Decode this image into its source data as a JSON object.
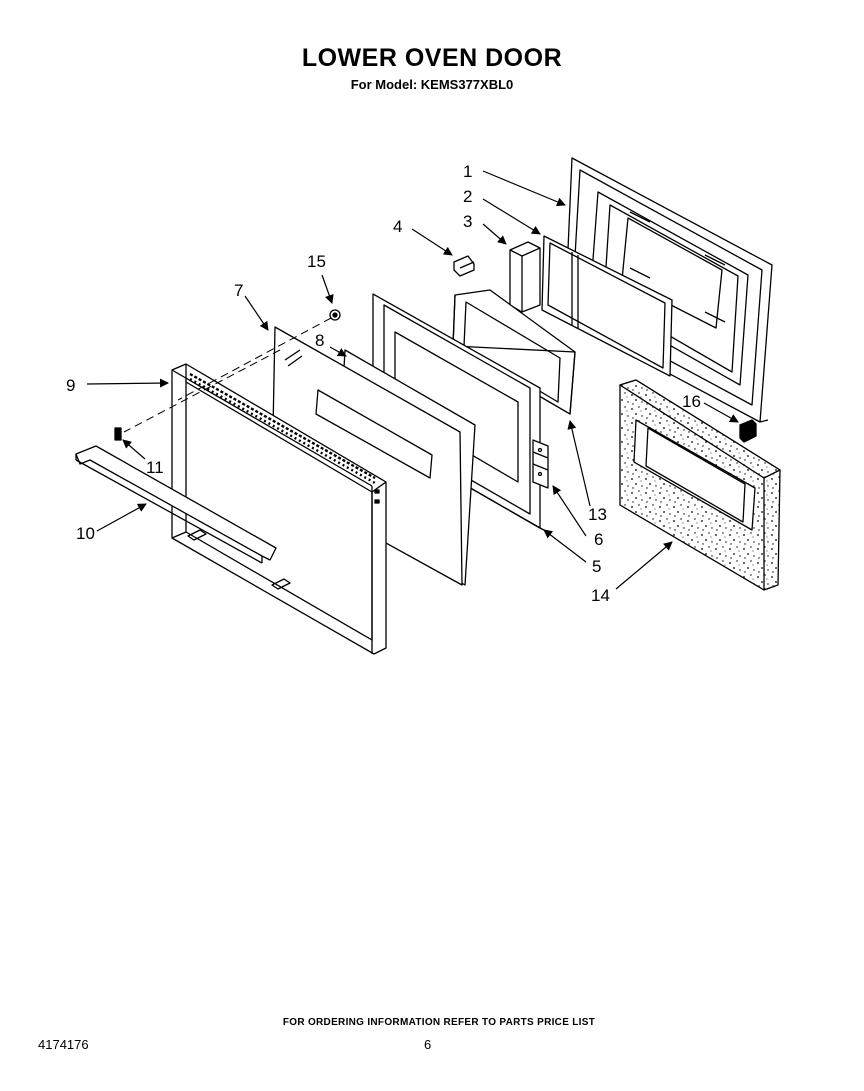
{
  "title": "LOWER OVEN DOOR",
  "subtitle": "For Model: KEMS377XBL0",
  "callouts": {
    "c1": "1",
    "c2": "2",
    "c3": "3",
    "c4": "4",
    "c5": "5",
    "c6": "6",
    "c7": "7",
    "c8": "8",
    "c9": "9",
    "c10": "10",
    "c11": "11",
    "c13": "13",
    "c14": "14",
    "c15": "15",
    "c16": "16"
  },
  "footer": {
    "note": "FOR ORDERING INFORMATION REFER TO PARTS PRICE LIST",
    "doc_number": "4174176",
    "page_number": "6"
  }
}
